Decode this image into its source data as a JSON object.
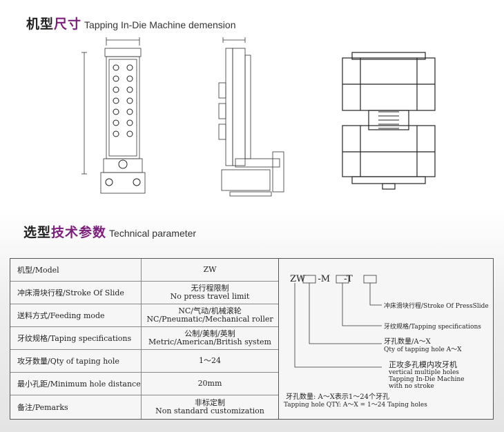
{
  "headings": {
    "dimension": {
      "cn_main": "机型",
      "cn_accent": "尺寸",
      "en": "Tapping In-Die Machine demension"
    },
    "technical": {
      "cn_main": "选型",
      "cn_accent": "技术参数",
      "en": "Technical parameter"
    }
  },
  "table": {
    "rows": [
      {
        "label": "机型/Model",
        "value": [
          "ZW"
        ]
      },
      {
        "label": "冲床滑块行程/Stroke Of Slide",
        "value": [
          "无行程限制",
          "No press travel limit"
        ]
      },
      {
        "label": "送料方式/Feeding mode",
        "value": [
          "NC/气动/机械滚轮",
          "NC/Pneumatic/Mechanical roller"
        ]
      },
      {
        "label": "牙纹规格/Taping specifications",
        "value": [
          "公制/美制/英制",
          "Metric/American/British system"
        ]
      },
      {
        "label": "攻牙数量/Qty of taping hole",
        "value": [
          "1～24"
        ]
      },
      {
        "label": "最小孔距/Minimum hole distance",
        "value": [
          "20mm"
        ]
      },
      {
        "label": "备注/Pemarks",
        "value": [
          "非标定制",
          "Non standard customization"
        ]
      }
    ]
  },
  "code": {
    "prefix": "ZW",
    "mid": "-M",
    "end": "-T",
    "stroke_label": "冲床滑块行程/Stroke Of PressSlide",
    "thread_label": "牙纹规格/Tapping specifications",
    "holes_label_cn": "牙孔数量/A～X",
    "holes_label_en": "Qty of tapping hole A～X",
    "machine_cn": "正攻多孔模内攻牙机",
    "machine_en": [
      "vertical multiple holes",
      "Tapping In-Die Machine",
      "with no stroke"
    ],
    "note_cn": "牙孔数量: A～X表示1～24个牙孔",
    "note_en": "Tapping hole QTY: A～X = 1～24 Taping holes"
  }
}
